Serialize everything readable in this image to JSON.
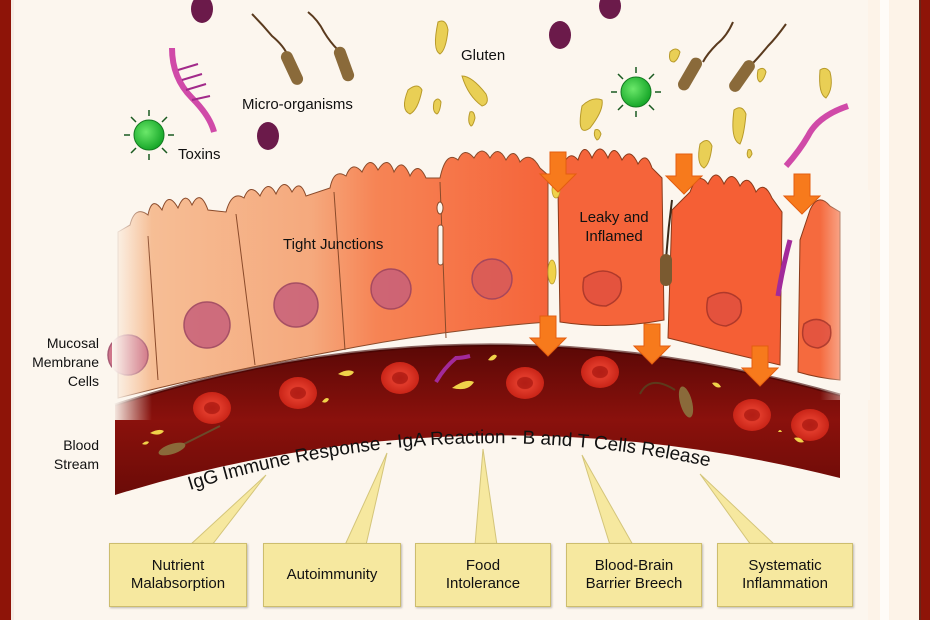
{
  "diagram": {
    "title_hidden": "",
    "top_labels": {
      "gluten": "Gluten",
      "micro_organisms": "Micro-organisms",
      "toxins": "Toxins"
    },
    "cell_labels": {
      "tight_junctions": "Tight Junctions",
      "leaky_line1": "Leaky and",
      "leaky_line2": "Inflamed"
    },
    "side_labels": {
      "mucosal_line1": "Mucosal",
      "mucosal_line2": "Membrane",
      "mucosal_line3": "Cells",
      "blood_line1": "Blood",
      "blood_line2": "Stream"
    },
    "immune_response": "IgG Immune Response - IgA Reaction - B and T Cells Release",
    "outcomes": [
      {
        "label": "Nutrient\nMalabsorption"
      },
      {
        "label": "Autoimmunity"
      },
      {
        "label": "Food\nIntolerance"
      },
      {
        "label": "Blood-Brain\nBarrier Breech"
      },
      {
        "label": "Systematic\nInflammation"
      }
    ],
    "colors": {
      "frame": "#8e1408",
      "background": "#fcf6ee",
      "healthy_cell": "#f5b083",
      "inflamed_cell": "#f56a3e",
      "blood": "#7a0e0a",
      "arrow": "#f77a1c",
      "callout": "#f6e89f",
      "virus": "#2fc43a",
      "gluten": "#e9cf55",
      "spore": "#6b1a4a"
    }
  }
}
